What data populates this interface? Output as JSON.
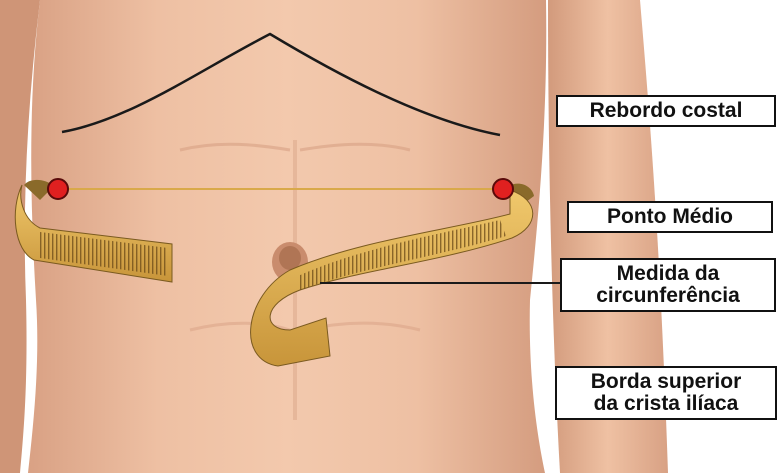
{
  "labels": {
    "rebordo_costal": "Rebordo costal",
    "ponto_medio": "Ponto Médio",
    "medida_line1": "Medida da",
    "medida_line2": "circunferência",
    "borda_line1": "Borda superior",
    "borda_line2": "da crista ilíaca"
  },
  "colors": {
    "skin": "#e8b89a",
    "tape": "#d9a94a",
    "marker": "#e02020",
    "costal_line": "#1a1a1a"
  }
}
